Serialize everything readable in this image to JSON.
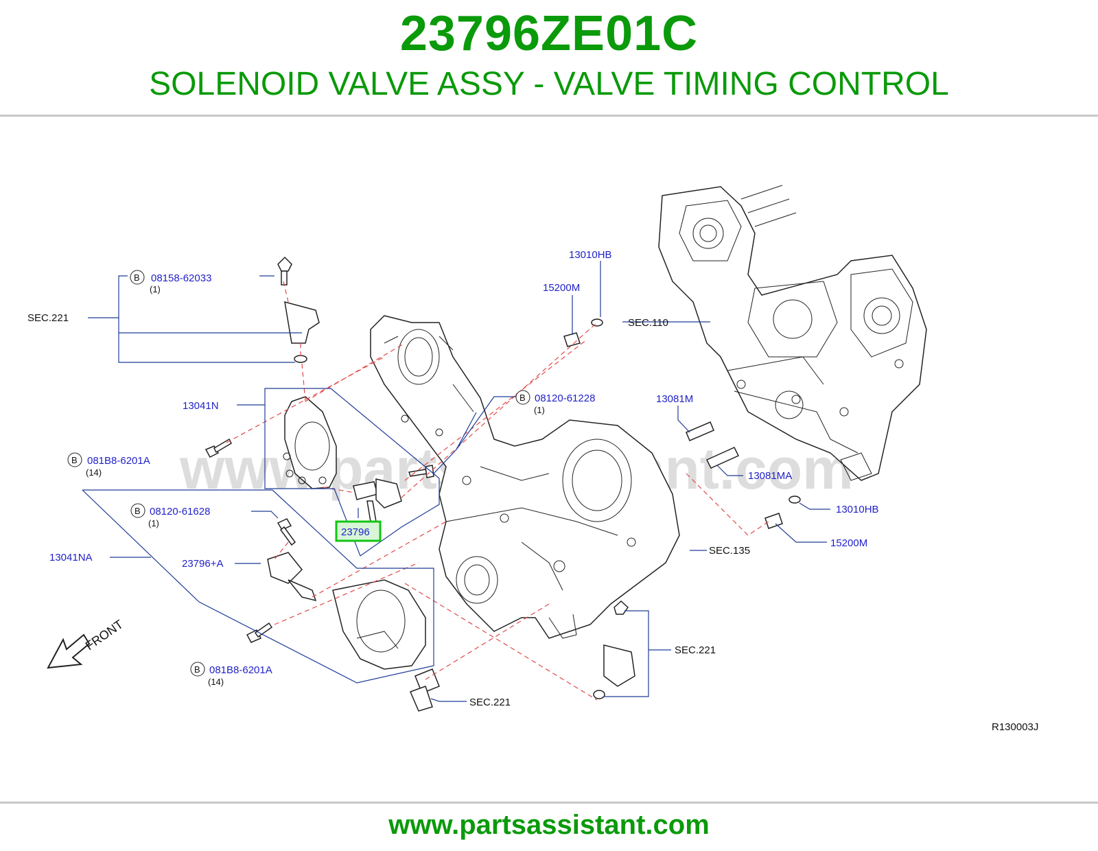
{
  "header": {
    "part_number": "23796ZE01C",
    "part_name": "SOLENOID VALVE ASSY - VALVE TIMING CONTROL"
  },
  "footer": {
    "website": "www.partsassistant.com"
  },
  "diagram": {
    "watermark": "www.partsassistant.com",
    "figure_ref": "R130003J",
    "front_label": "FRONT",
    "bolt_badge": "B",
    "labels": {
      "sec221_top": "SEC.221",
      "b08158": "08158-62033",
      "b08158_qty": "(1)",
      "n13041N": "13041N",
      "b081B8_a": "081B8-6201A",
      "b081B8_a_qty": "(14)",
      "highlight": "23796",
      "b08120_61628": "08120-61628",
      "b08120_61628_qty": "(1)",
      "n13041NA": "13041NA",
      "n23796A": "23796+A",
      "b081B8_b": "081B8-6201A",
      "b081B8_b_qty": "(14)",
      "n13010HB_top": "13010HB",
      "n15200M_top": "15200M",
      "sec110": "SEC.110",
      "b08120_61228": "08120-61228",
      "b08120_61228_qty": "(1)",
      "n13081M": "13081M",
      "n13081MA": "13081MA",
      "n13010HB_right": "13010HB",
      "n15200M_right": "15200M",
      "sec135": "SEC.135",
      "sec221_right": "SEC.221",
      "sec221_bottom": "SEC.221"
    }
  },
  "colors": {
    "brand_green": "#0a9a0a",
    "label_blue": "#1f1fc8",
    "leader_blue": "#1e3c96",
    "dash_red": "#e24848",
    "highlight_border": "#11c611",
    "highlight_fill": "#d8f5d8"
  }
}
